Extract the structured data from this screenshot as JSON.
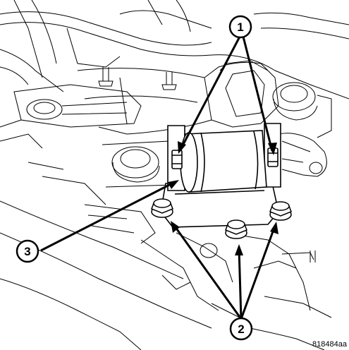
{
  "callouts": [
    {
      "number": "1"
    },
    {
      "number": "3"
    },
    {
      "number": "2"
    }
  ],
  "figure_id": "818484aa",
  "colors": {
    "line": "#000000",
    "background": "#ffffff"
  }
}
